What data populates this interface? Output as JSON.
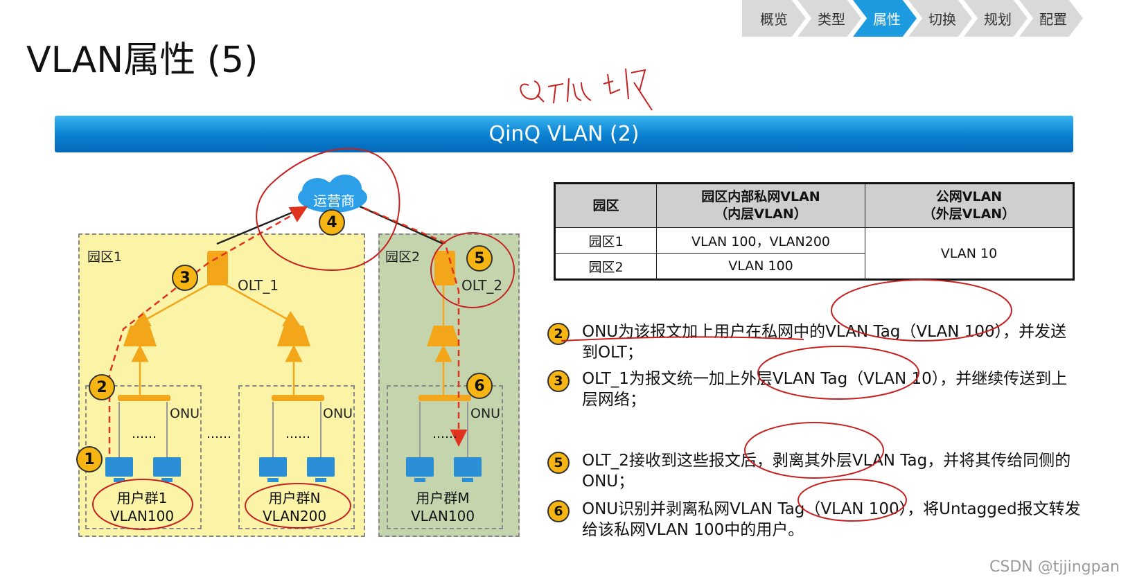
{
  "nav": {
    "items": [
      {
        "label": "概览",
        "active": false
      },
      {
        "label": "类型",
        "active": false
      },
      {
        "label": "属性",
        "active": true
      },
      {
        "label": "切换",
        "active": false
      },
      {
        "label": "规划",
        "active": false
      },
      {
        "label": "配置",
        "active": false
      }
    ]
  },
  "title": "VLAN属性 (5)",
  "banner": "QinQ VLAN (2)",
  "diagram": {
    "cloud_label": "运营商",
    "zone1_label": "园区1",
    "zone2_label": "园区2",
    "olt1_label": "OLT_1",
    "olt2_label": "OLT_2",
    "onu_label": "ONU",
    "dots": "……",
    "group1": {
      "name": "用户群1",
      "vlan": "VLAN100"
    },
    "groupN": {
      "name": "用户群N",
      "vlan": "VLAN200"
    },
    "groupM": {
      "name": "用户群M",
      "vlan": "VLAN100"
    },
    "steps": {
      "s1": "1",
      "s2": "2",
      "s3": "3",
      "s4": "4",
      "s5": "5",
      "s6": "6"
    },
    "colors": {
      "zone1": "#fbf3a6",
      "zone2": "#c4d5ae",
      "device": "#f3a61a",
      "path": "#e0321c"
    }
  },
  "table": {
    "headers": {
      "campus": "园区",
      "inner_a": "园区内部私网VLAN",
      "inner_b": "（内层VLAN）",
      "outer_a": "公网VLAN",
      "outer_b": "（外层VLAN）"
    },
    "rows": [
      {
        "campus": "园区1",
        "inner": "VLAN 100，VLAN200"
      },
      {
        "campus": "园区2",
        "inner": "VLAN 100"
      }
    ],
    "outer_value": "VLAN 10"
  },
  "notes": [
    {
      "num": "2",
      "text": "ONU为该报文加上用户在私网中的VLAN Tag（VLAN 100），并发送到OLT；"
    },
    {
      "num": "3",
      "text": "OLT_1为报文统一加上外层VLAN Tag（VLAN 10），并继续传送到上层网络；"
    },
    {
      "num": "5",
      "text": "OLT_2接收到这些报文后，剥离其外层VLAN Tag，并将其传给同侧的ONU；"
    },
    {
      "num": "6",
      "text": "ONU识别并剥离私网VLAN Tag（VLAN 100），将Untagged报文转发给该私网VLAN 100中的用户。"
    }
  ],
  "watermark": "CSDN @tjjingpan"
}
